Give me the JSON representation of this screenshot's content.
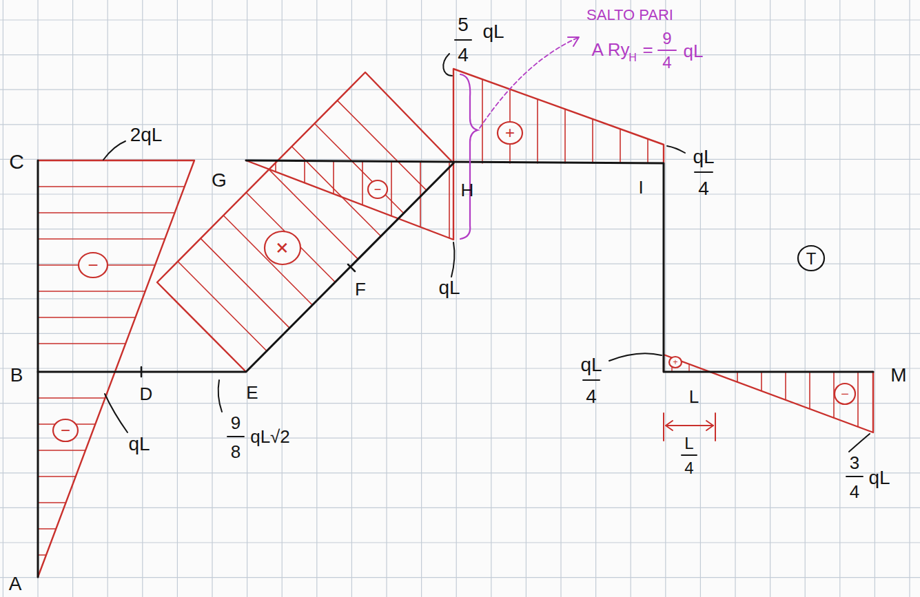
{
  "diagram": {
    "labels": [
      "C",
      "2qL",
      "G",
      "5",
      "4",
      "qL",
      "SALTO PARI",
      "A Ry",
      "H",
      "=",
      "9",
      "4",
      "qL",
      "H",
      "I",
      "qL",
      "4",
      "T",
      "−",
      "−",
      "+",
      "−",
      "+",
      "+",
      "−",
      "F",
      "qL",
      "B",
      "D",
      "E",
      "qL",
      "9",
      "8",
      "qL√2",
      "qL",
      "4",
      "L",
      "M",
      "L",
      "4",
      "3",
      "4",
      "qL",
      "A"
    ]
  }
}
